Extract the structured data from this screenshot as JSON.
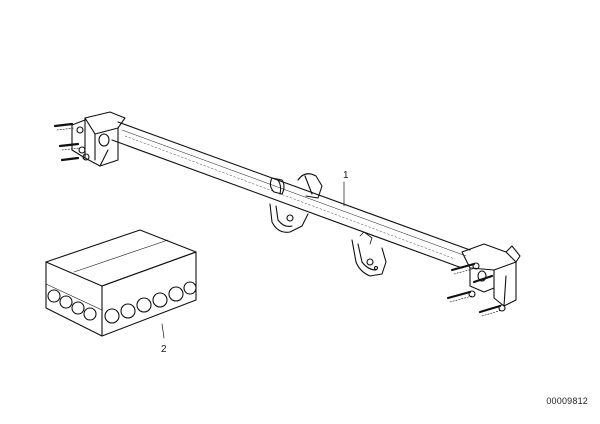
{
  "diagram": {
    "callouts": [
      {
        "id": "1",
        "text": "1",
        "part": "tow-bar-crossmember"
      },
      {
        "id": "2",
        "text": "2",
        "part": "bolt-kit-box"
      }
    ],
    "document_number": "00009812"
  }
}
